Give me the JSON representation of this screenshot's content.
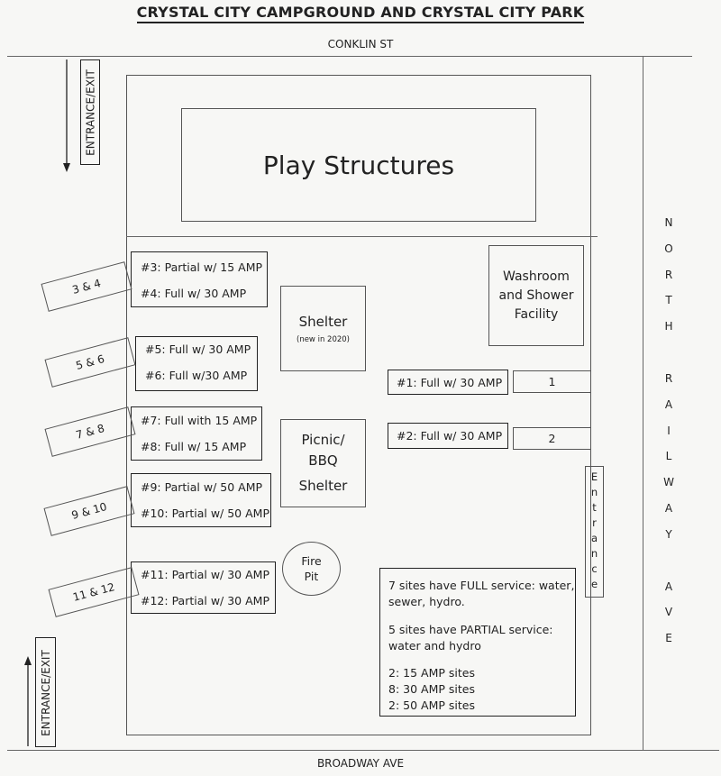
{
  "title": "CRYSTAL CITY CAMPGROUND AND CRYSTAL CITY PARK",
  "streets": {
    "north": "CONKLIN ST",
    "south": "BROADWAY AVE",
    "east": [
      "N",
      "O",
      "R",
      "T",
      "H",
      "",
      "R",
      "A",
      "I",
      "L",
      "W",
      "A",
      "Y",
      "",
      "A",
      "V",
      "E"
    ]
  },
  "entrances": {
    "top_left": "ENTRANCE/EXIT",
    "bottom_left": "ENTRANCE/EXIT",
    "right": [
      "E",
      "n",
      "t",
      "r",
      "a",
      "n",
      "c",
      "e"
    ]
  },
  "play_structures": "Play Structures",
  "washroom": {
    "line1": "Washroom",
    "line2": "and Shower",
    "line3": "Facility"
  },
  "shelter": {
    "name": "Shelter",
    "note": "(new in 2020)"
  },
  "picnic": {
    "line1": "Picnic/",
    "line2": "BBQ",
    "line3": "Shelter"
  },
  "fire_pit": {
    "line1": "Fire",
    "line2": "Pit"
  },
  "site_groups": [
    {
      "lines": [
        "#3: Partial w/ 15 AMP",
        "#4: Full w/ 30 AMP"
      ],
      "pad": "3 & 4"
    },
    {
      "lines": [
        "#5: Full w/ 30 AMP",
        "#6: Full w/30 AMP"
      ],
      "pad": "5 & 6"
    },
    {
      "lines": [
        "#7: Full with 15 AMP",
        "#8: Full w/ 15 AMP"
      ],
      "pad": "7 & 8"
    },
    {
      "lines": [
        "#9: Partial w/ 50 AMP",
        "#10: Partial w/ 50 AMP"
      ],
      "pad": "9 & 10"
    },
    {
      "lines": [
        "#11: Partial w/ 30 AMP",
        "#12: Partial w/ 30 AMP"
      ],
      "pad": "11 & 12"
    }
  ],
  "right_sites": [
    {
      "label": "#1: Full w/ 30 AMP",
      "pad": "1"
    },
    {
      "label": "#2: Full w/ 30 AMP",
      "pad": "2"
    }
  ],
  "legend": {
    "full": [
      "7 sites have FULL service: water,",
      "sewer, hydro."
    ],
    "partial": [
      "5 sites have PARTIAL service:",
      "water and hydro"
    ],
    "amps": [
      "2: 15 AMP sites",
      "8: 30 AMP sites",
      "2: 50 AMP sites"
    ]
  }
}
